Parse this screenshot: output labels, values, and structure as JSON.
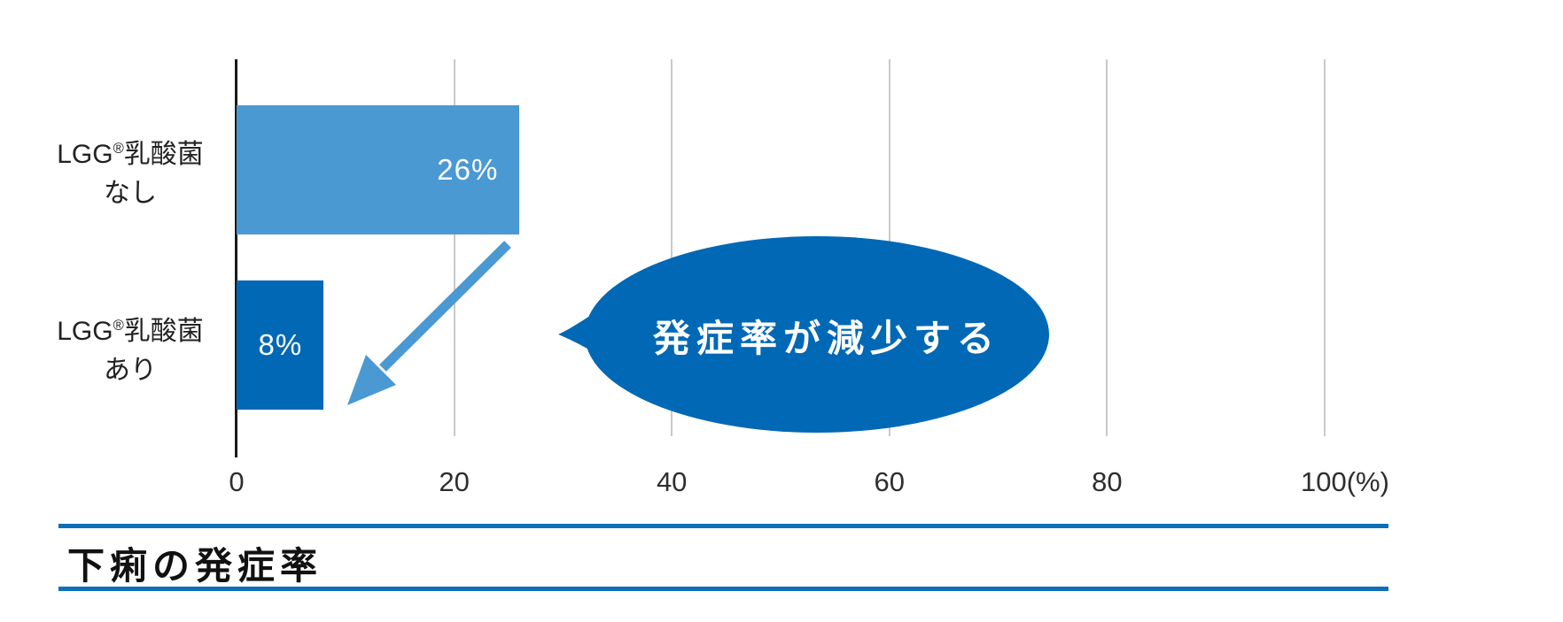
{
  "chart_data": {
    "type": "bar",
    "orientation": "horizontal",
    "title": "下痢の発症率",
    "categories": [
      "LGG®乳酸菌 なし",
      "LGG®乳酸菌 あり"
    ],
    "series": [
      {
        "name": "下痢の発症率(%)",
        "values": [
          26,
          8
        ]
      }
    ],
    "value_labels": [
      "26%",
      "8%"
    ],
    "tick_values": [
      0,
      20,
      40,
      60,
      80,
      100
    ],
    "tick_labels": [
      "0",
      "20",
      "40",
      "60",
      "80",
      "100(%)"
    ],
    "xlim": [
      0,
      100
    ],
    "grid": true,
    "legend": "none",
    "annotation": "発症率が減少する",
    "colors": {
      "bar_without_lgg": "#4a99d3",
      "bar_with_lgg": "#0068b5",
      "bubble": "#0068b5",
      "arrow": "#4a99d3",
      "caption_rule": "#0d6fb8",
      "gridline": "#c9c9c9",
      "axis": "#1a1a1a"
    }
  },
  "labels": {
    "brand": "LGG",
    "reg_mark": "®",
    "bacteria": "乳酸菌",
    "condition_without": "なし",
    "condition_with": "あり"
  },
  "bubble": {
    "text": "発症率が減少する"
  },
  "caption": {
    "title": "下痢の発症率"
  }
}
